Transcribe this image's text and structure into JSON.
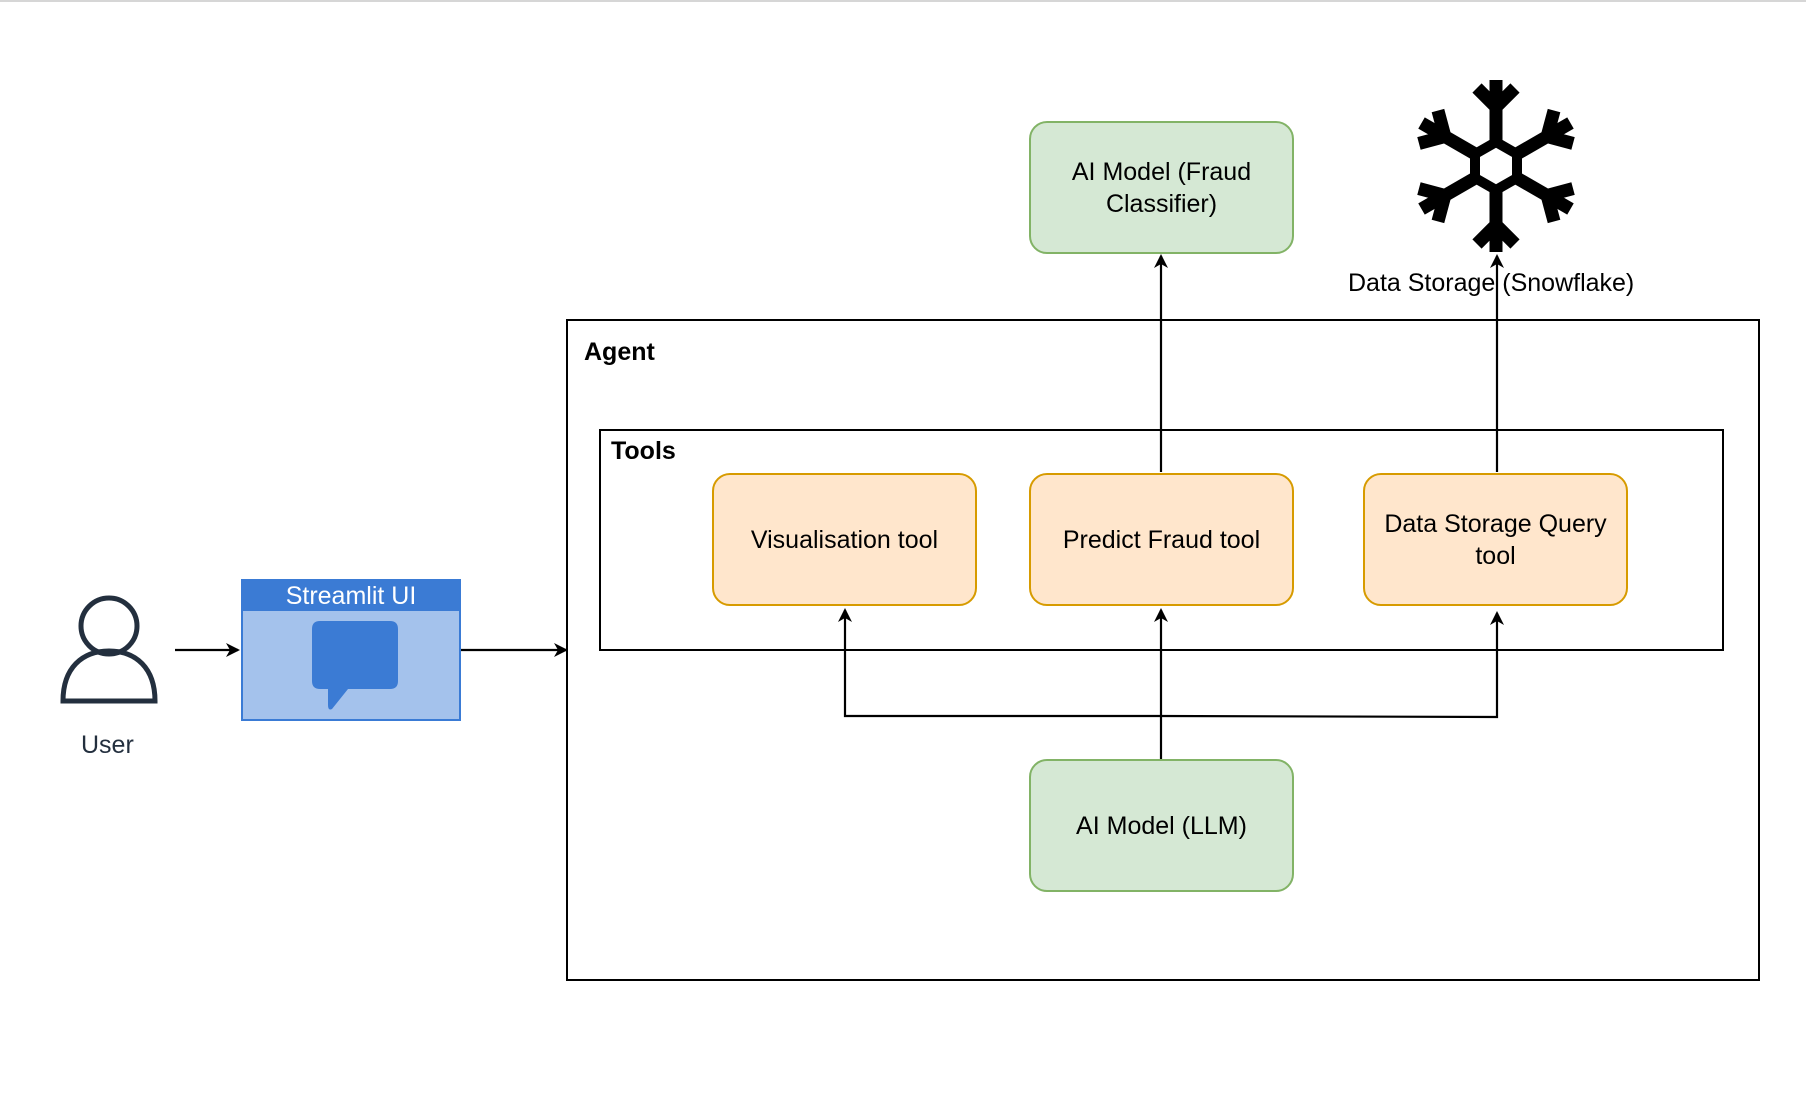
{
  "diagram": {
    "user": {
      "label": "User",
      "icon": "user-icon"
    },
    "streamlit_ui": {
      "label": "Streamlit UI",
      "icon": "chat-bubble-icon",
      "bar_color": "#3b7bd4",
      "body_color": "#a4c2ec"
    },
    "agent": {
      "label": "Agent"
    },
    "tools": {
      "label": "Tools"
    },
    "visualisation_tool": {
      "label": "Visualisation tool"
    },
    "predict_fraud_tool": {
      "label": "Predict Fraud tool"
    },
    "data_storage_query_tool": {
      "label": "Data Storage Query tool"
    },
    "fraud_classifier": {
      "label": "AI Model (Fraud Classifier)"
    },
    "llm": {
      "label": "AI Model (LLM)"
    },
    "data_storage": {
      "label": "Data Storage (Snowflake)",
      "icon": "snowflake-icon"
    },
    "colors": {
      "model_fill": "#d5e8d4",
      "model_stroke": "#82b366",
      "tool_fill": "#ffe6cc",
      "tool_stroke": "#d79b00"
    }
  }
}
